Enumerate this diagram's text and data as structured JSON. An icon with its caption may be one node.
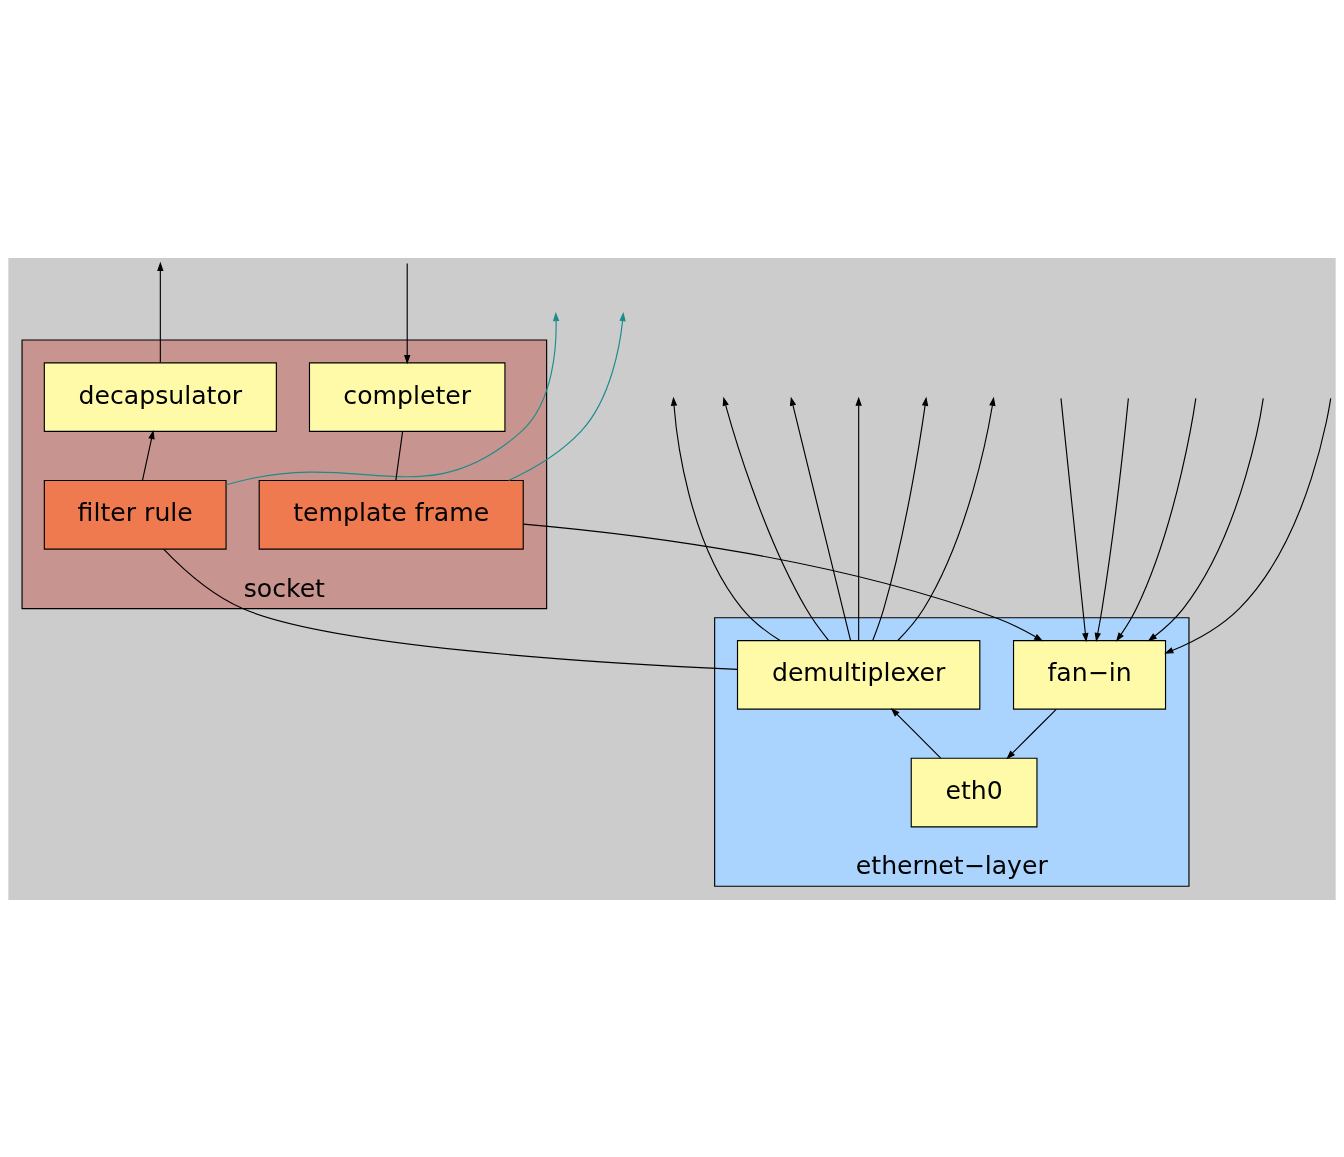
{
  "diagram": {
    "nodes": [
      {
        "text": [
          "socket"
        ]
      },
      {
        "text": [
          "decapsulator"
        ],
        "in": 0
      },
      {
        "text": [
          "completer"
        ],
        "in": 0
      },
      {
        "text": [
          "filter rule"
        ],
        "in": 0
      },
      {
        "text": [
          "template frame"
        ],
        "in": 0
      },
      {
        "text": [
          "ethernet−layer"
        ]
      },
      {
        "text": [
          "demultiplexer"
        ],
        "in": 5
      },
      {
        "text": [
          "fan−in"
        ],
        "in": 5
      },
      {
        "text": [
          "eth0"
        ],
        "in": 5
      }
    ],
    "edges": [
      {
        "from": 1,
        "to": null,
        "arrow": "to"
      },
      {
        "from": null,
        "to": 2,
        "arrow": "to"
      },
      {
        "from": 3,
        "to": 1,
        "arrow": "to"
      },
      {
        "from": 3,
        "to": null,
        "arrow": "to",
        "color": "#1a8c8c"
      },
      {
        "from": 2,
        "to": 4,
        "arrow": "none"
      },
      {
        "from": 4,
        "to": null,
        "arrow": "to",
        "color": "#1a8c8c"
      },
      {
        "from": 6,
        "to": 3,
        "arrow": "none"
      },
      {
        "from": 6,
        "to": null,
        "arrow": "to"
      },
      {
        "from": 6,
        "to": null,
        "arrow": "to"
      },
      {
        "from": 6,
        "to": null,
        "arrow": "to"
      },
      {
        "from": 6,
        "to": null,
        "arrow": "to"
      },
      {
        "from": 6,
        "to": null,
        "arrow": "to"
      },
      {
        "from": 6,
        "to": null,
        "arrow": "to"
      },
      {
        "from": 4,
        "to": 7,
        "arrow": "to"
      },
      {
        "from": null,
        "to": 7,
        "arrow": "to"
      },
      {
        "from": null,
        "to": 7,
        "arrow": "to"
      },
      {
        "from": null,
        "to": 7,
        "arrow": "to"
      },
      {
        "from": null,
        "to": 7,
        "arrow": "to"
      },
      {
        "from": null,
        "to": 7,
        "arrow": "to"
      },
      {
        "from": 8,
        "to": 6,
        "arrow": "to"
      },
      {
        "from": 7,
        "to": 8,
        "arrow": "to"
      }
    ]
  }
}
